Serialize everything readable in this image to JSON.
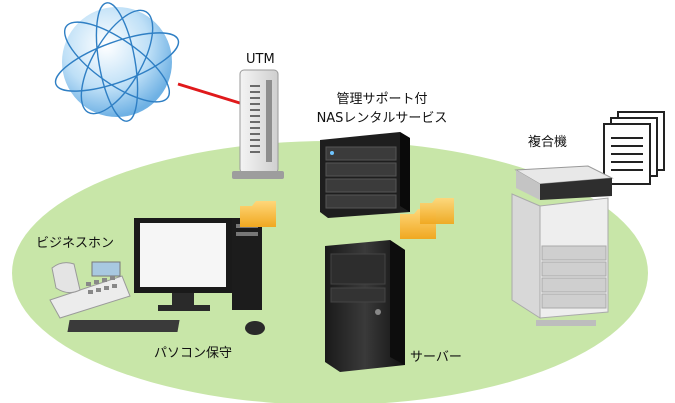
{
  "labels": {
    "utm": "UTM",
    "nas_line1": "管理サポート付",
    "nas_line2": "NASレンタルサービス",
    "mfp": "複合機",
    "phone": "ビジネスホン",
    "pc": "パソコン保守",
    "server": "サーバー"
  },
  "icons": [
    "globe-icon",
    "utm-device-icon",
    "nas-storage-icon",
    "folder-icon",
    "document-stack-icon",
    "multifunction-printer-icon",
    "business-phone-icon",
    "desktop-pc-icon",
    "server-tower-icon"
  ],
  "colors": {
    "network_area": "#c8e6a8",
    "globe": "#9fd0f2",
    "link": "#e0191b"
  }
}
